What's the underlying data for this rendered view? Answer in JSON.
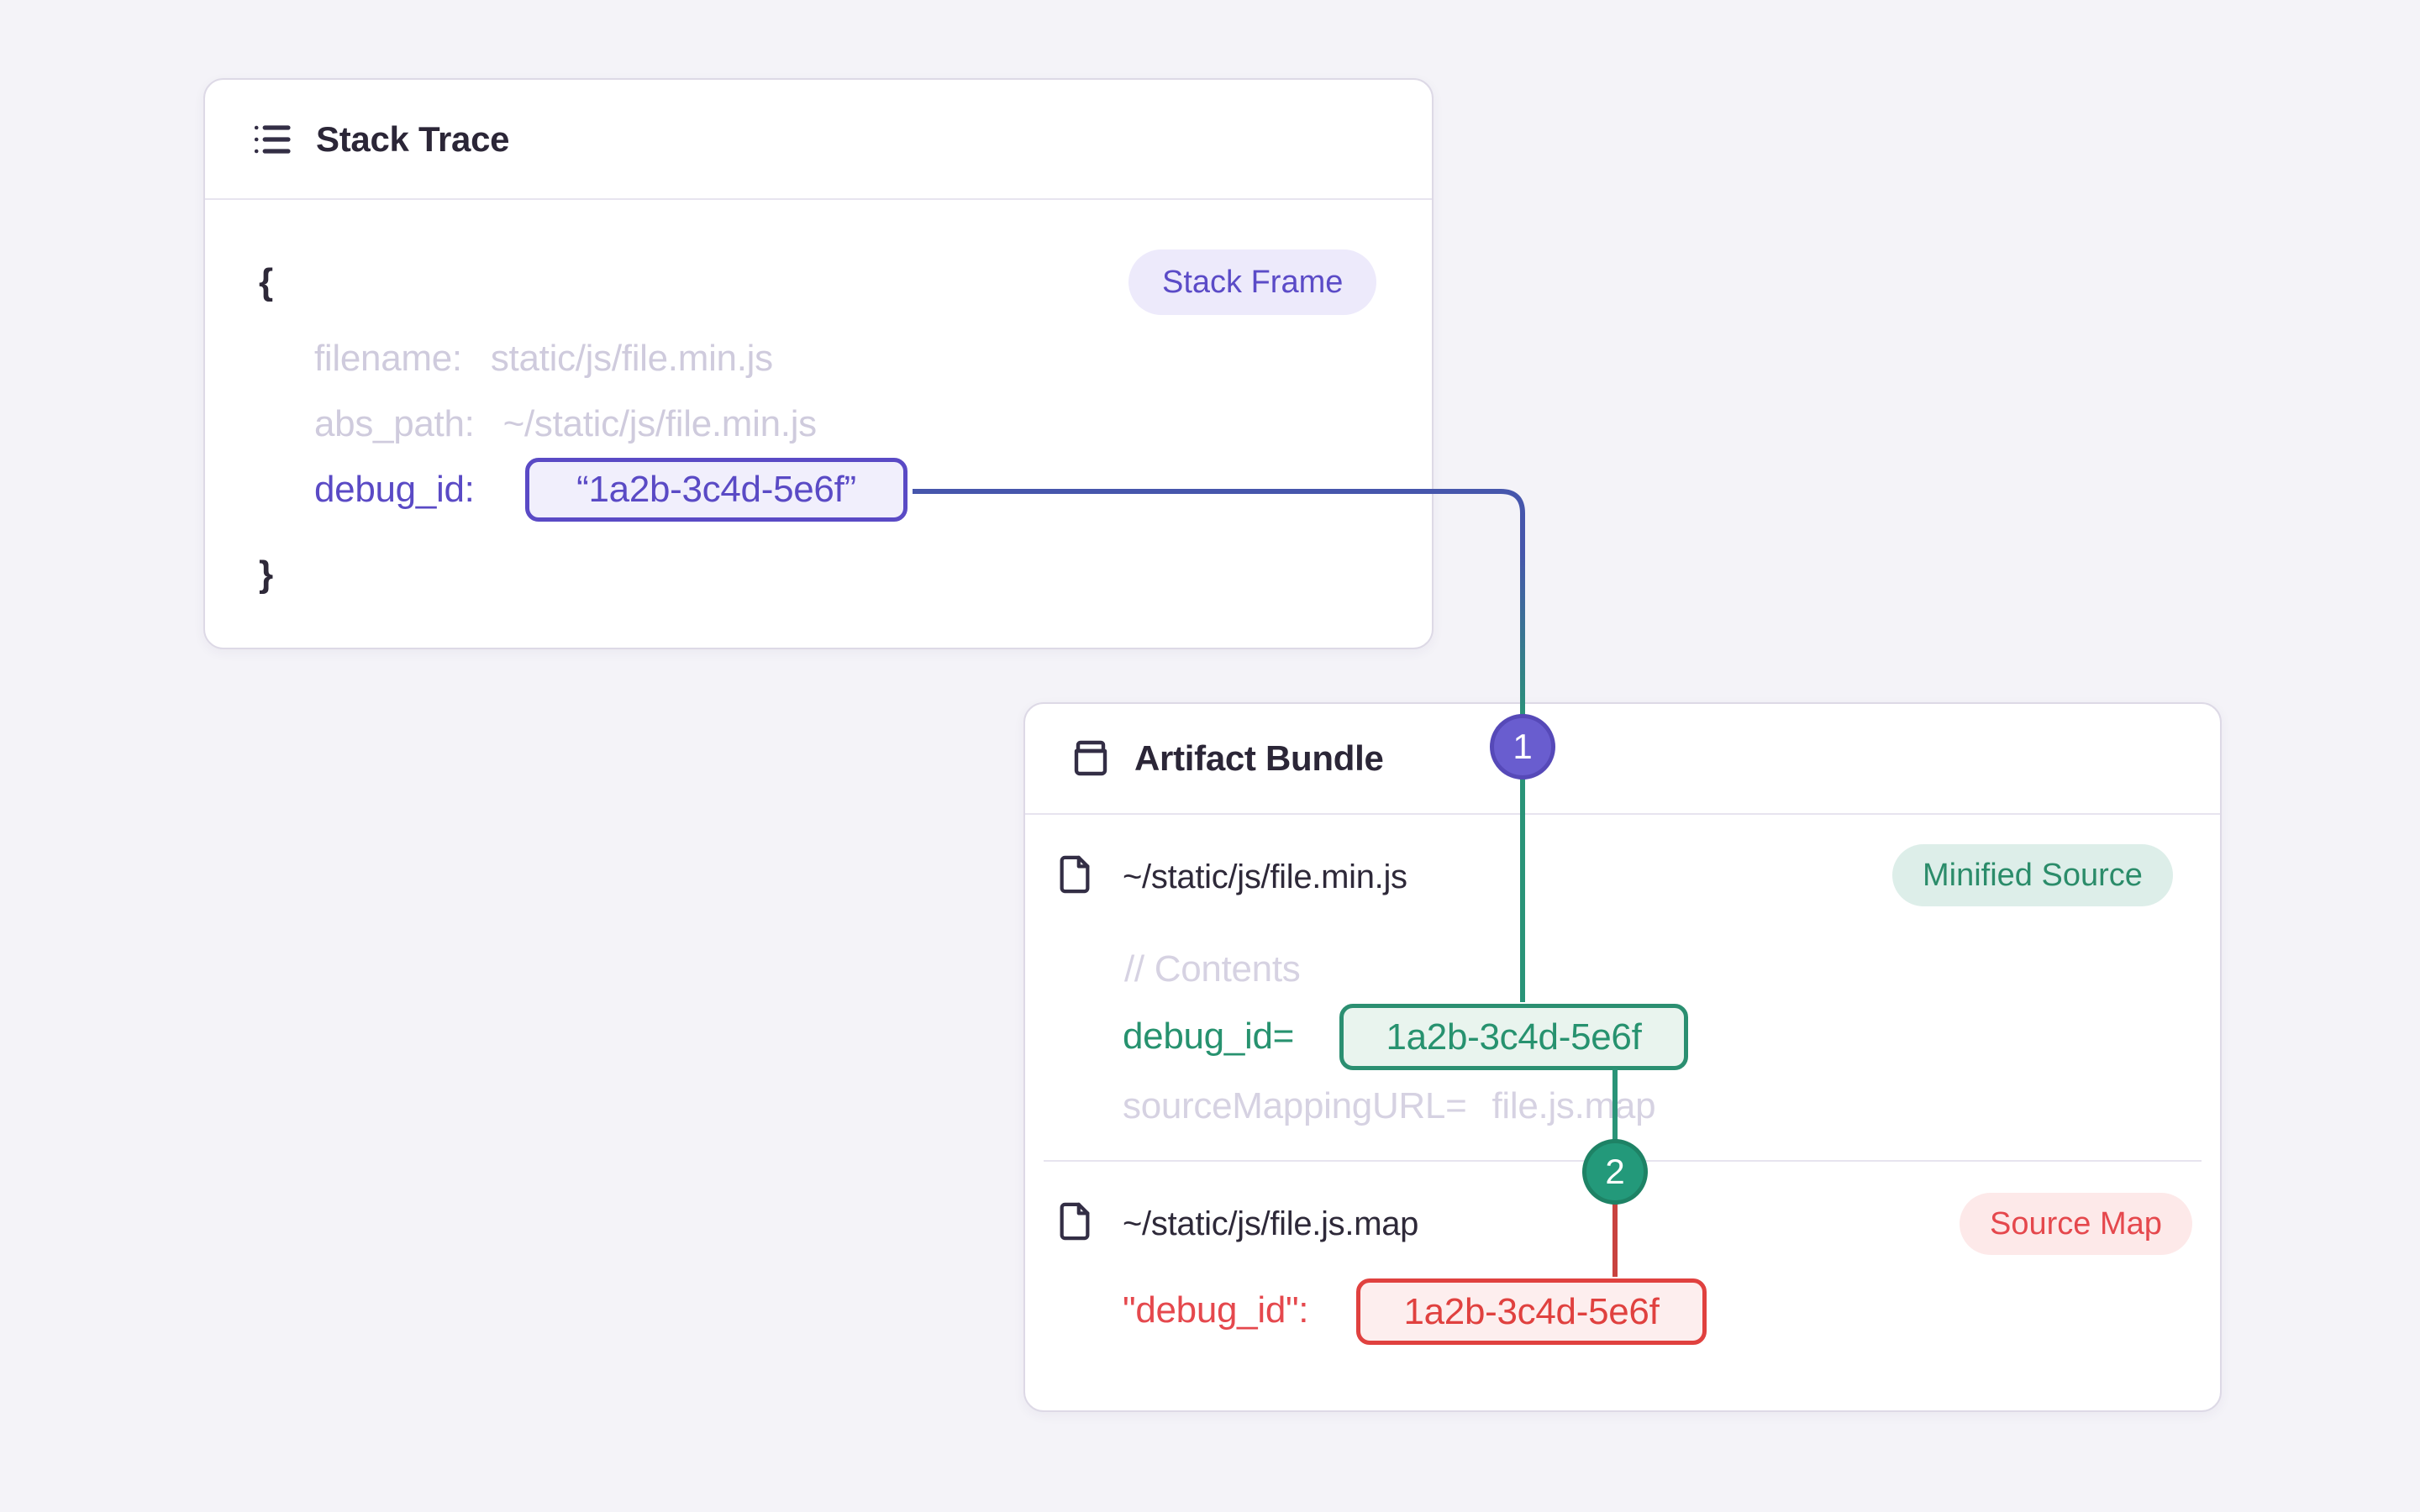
{
  "colors": {
    "page_bg": "#f4f3f8",
    "card_bg": "#ffffff",
    "card_border": "#ddd9e6",
    "text_dark": "#2b2637",
    "muted_code": "#cfcbdd",
    "accent_indigo": "#5a4ac5",
    "accent_green": "#27926f",
    "accent_red": "#e5484d",
    "line_indigo": "#4656ac",
    "line_green": "#2a9478",
    "line_red": "#c9433f",
    "step1_fill": "#695dcf",
    "step2_fill": "#23997a"
  },
  "stack_trace": {
    "title": "Stack Trace",
    "frame_badge": "Stack Frame",
    "brace_open": "{",
    "brace_close": "}",
    "filename_label": "filename:",
    "filename_value": "static/js/file.min.js",
    "abs_path_label": "abs_path:",
    "abs_path_value": "~/static/js/file.min.js",
    "debug_id_label": "debug_id:",
    "debug_id_value": "“1a2b-3c4d-5e6f”"
  },
  "artifact_bundle": {
    "title": "Artifact Bundle",
    "files": [
      {
        "path": "~/static/js/file.min.js",
        "type_badge": "Minified Source",
        "comment": "// Contents",
        "debug_id_label": "debug_id=",
        "debug_id_value": "1a2b-3c4d-5e6f",
        "source_mapping_label": "sourceMappingURL=",
        "source_mapping_value": "file.js.map"
      },
      {
        "path": "~/static/js/file.js.map",
        "type_badge": "Source Map",
        "debug_id_label": "\"debug_id\":",
        "debug_id_value": "1a2b-3c4d-5e6f"
      }
    ]
  },
  "connector": {
    "step_1": "1",
    "step_2": "2"
  }
}
